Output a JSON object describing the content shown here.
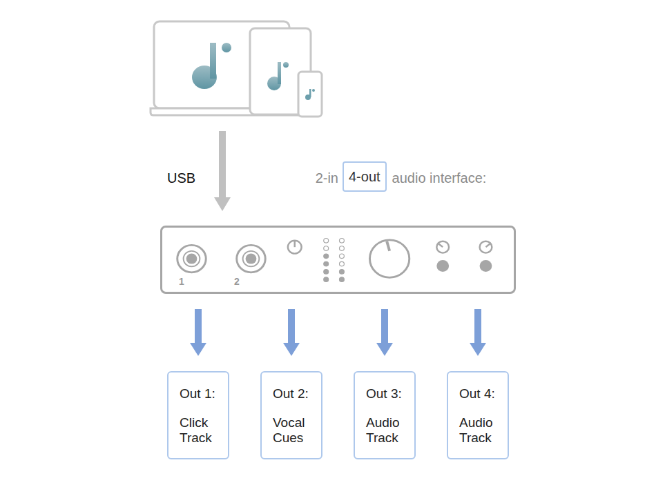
{
  "diagram": {
    "nodes": [
      {
        "text": [
          "4-out"
        ]
      },
      {
        "text": [
          "1",
          "2"
        ]
      },
      {
        "text": [
          "Out 1:",
          "Click Track"
        ]
      },
      {
        "text": [
          "Out 2:",
          "Vocal Cues"
        ]
      },
      {
        "text": [
          "Out 3:",
          "Audio Track"
        ]
      },
      {
        "text": [
          "Out 4:",
          "Audio Track"
        ]
      }
    ],
    "edges": [
      {
        "from": 1,
        "to": 2,
        "arrow": "to"
      },
      {
        "from": 1,
        "to": 3,
        "arrow": "to"
      },
      {
        "from": 1,
        "to": 4,
        "arrow": "to"
      },
      {
        "from": 1,
        "to": 5,
        "arrow": "to"
      }
    ],
    "labels": [
      "USB",
      "2-in",
      "audio interface:"
    ]
  }
}
